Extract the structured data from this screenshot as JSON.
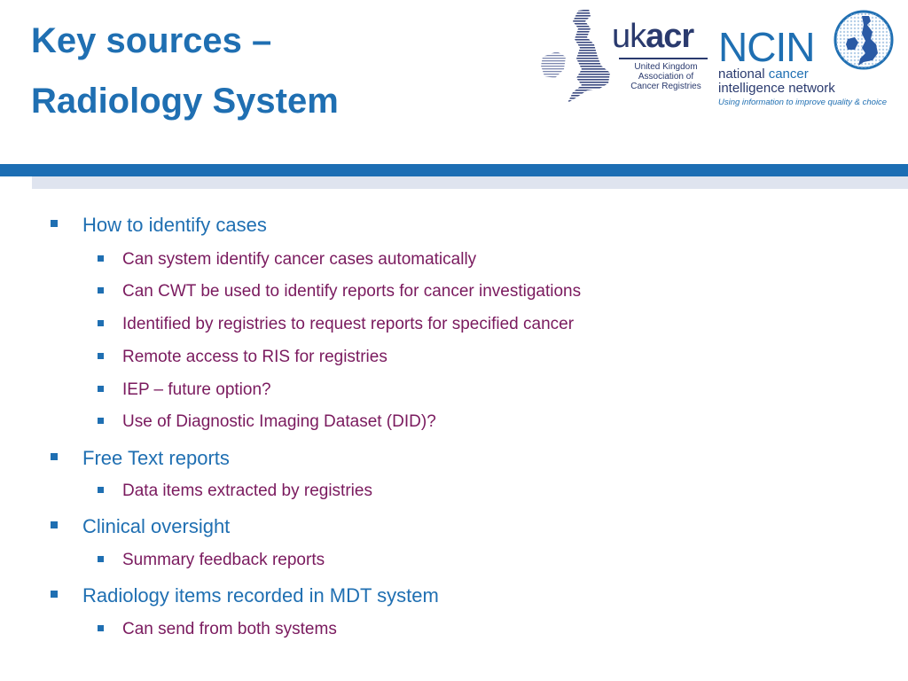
{
  "slide": {
    "title_line1": "Key sources –",
    "title_line2": "Radiology System"
  },
  "logos": {
    "ukacr": {
      "word_plain": "uk",
      "word_bold": "acr",
      "subtitle_lines": [
        "United Kingdom",
        "Association of",
        "Cancer Registries"
      ]
    },
    "ncin": {
      "word": "NCIN",
      "tagline_part1": "national ",
      "tagline_part2": "cancer",
      "tagline_line2": "intelligence network",
      "slogan": "Using information to improve quality & choice"
    }
  },
  "bullets": [
    {
      "level": 1,
      "text": "How to identify cases"
    },
    {
      "level": 2,
      "text": "Can system identify cancer cases automatically"
    },
    {
      "level": 2,
      "text": "Can CWT be used to identify reports for cancer investigations"
    },
    {
      "level": 2,
      "text": "Identified by registries to request reports for specified cancer"
    },
    {
      "level": 2,
      "text": "Remote access to RIS for registries"
    },
    {
      "level": 2,
      "text": "IEP – future option?"
    },
    {
      "level": 2,
      "text": "Use of Diagnostic Imaging Dataset (DID)?"
    },
    {
      "level": 1,
      "text": "Free Text reports"
    },
    {
      "level": 2,
      "text": "Data items extracted by registries"
    },
    {
      "level": 1,
      "text": "Clinical oversight"
    },
    {
      "level": 2,
      "text": "Summary feedback reports"
    },
    {
      "level": 1,
      "text": "Radiology items recorded in MDT system"
    },
    {
      "level": 2,
      "text": "Can send from both systems"
    }
  ],
  "colors": {
    "primary_blue": "#1f6fb2",
    "sub_bullet_text": "#7a1a5e",
    "light_band": "#dfe4ef"
  }
}
